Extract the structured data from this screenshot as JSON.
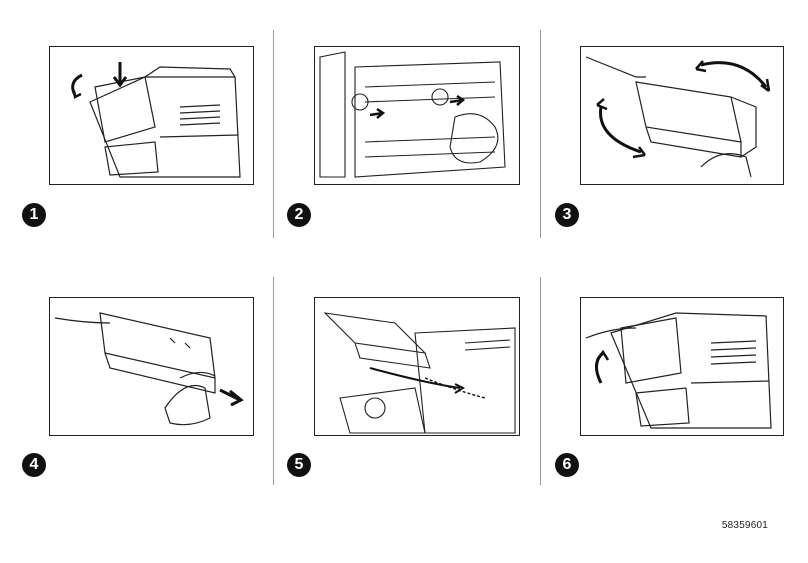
{
  "steps": [
    {
      "number": "1",
      "illustration": "printer-open-top-cover"
    },
    {
      "number": "2",
      "illustration": "remove-old-toner-cartridge"
    },
    {
      "number": "3",
      "illustration": "shake-toner-cartridge"
    },
    {
      "number": "4",
      "illustration": "pull-sealing-tape"
    },
    {
      "number": "5",
      "illustration": "insert-toner-cartridge"
    },
    {
      "number": "6",
      "illustration": "close-top-cover"
    }
  ],
  "document_code": "58359601",
  "colors": {
    "line": "#222222",
    "badge": "#111111",
    "divider": "#9a9a9a"
  }
}
